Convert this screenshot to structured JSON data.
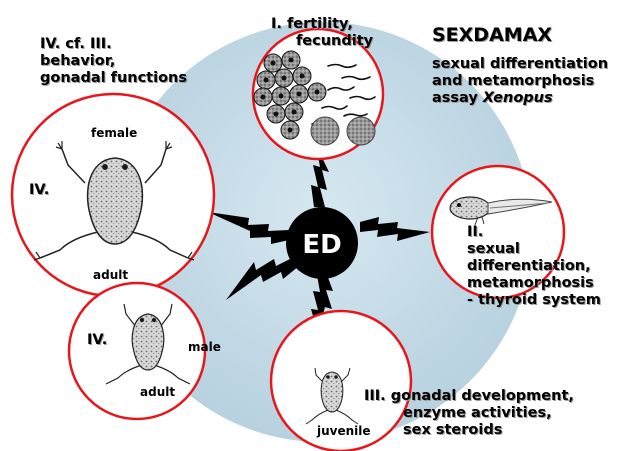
{
  "center": {
    "label": "ED"
  },
  "title": "SEXDAMAX",
  "subtitle": {
    "line1": "sexual differentiation",
    "line2": "and metamorphosis",
    "line3_prefix": "assay",
    "line3_species": "Xenopus"
  },
  "endpoints": {
    "fertility": {
      "line1": "I. fertility,",
      "line2": "fecundity"
    },
    "behavior": {
      "line1": "IV. cf. III.",
      "line2": "behavior,",
      "line3": "gonadal functions"
    },
    "sexual_differentiation": {
      "roman": "II.",
      "line1": "sexual",
      "line2": "differentiation,",
      "line3": "metamorphosis",
      "line4": "- thyroid system"
    },
    "gonadal_development": {
      "line1": "III. gonadal development,",
      "line2": "enzyme activities,",
      "line3": "sex steroids"
    }
  },
  "circles": {
    "female_adult": {
      "roman": "IV.",
      "sex": "female",
      "stage": "adult"
    },
    "male_adult": {
      "roman": "IV.",
      "sex": "male",
      "stage": "adult"
    },
    "juvenile": {
      "stage": "juvenile"
    }
  },
  "colors": {
    "background_disc": "#c4dce8",
    "circle_border": "#e8161c",
    "center_disc": "#000000",
    "center_text": "#ffffff"
  },
  "icons": [
    "eggs-icon",
    "sperm-icon",
    "tadpole-icon",
    "frog-icon",
    "lightning-icon"
  ]
}
